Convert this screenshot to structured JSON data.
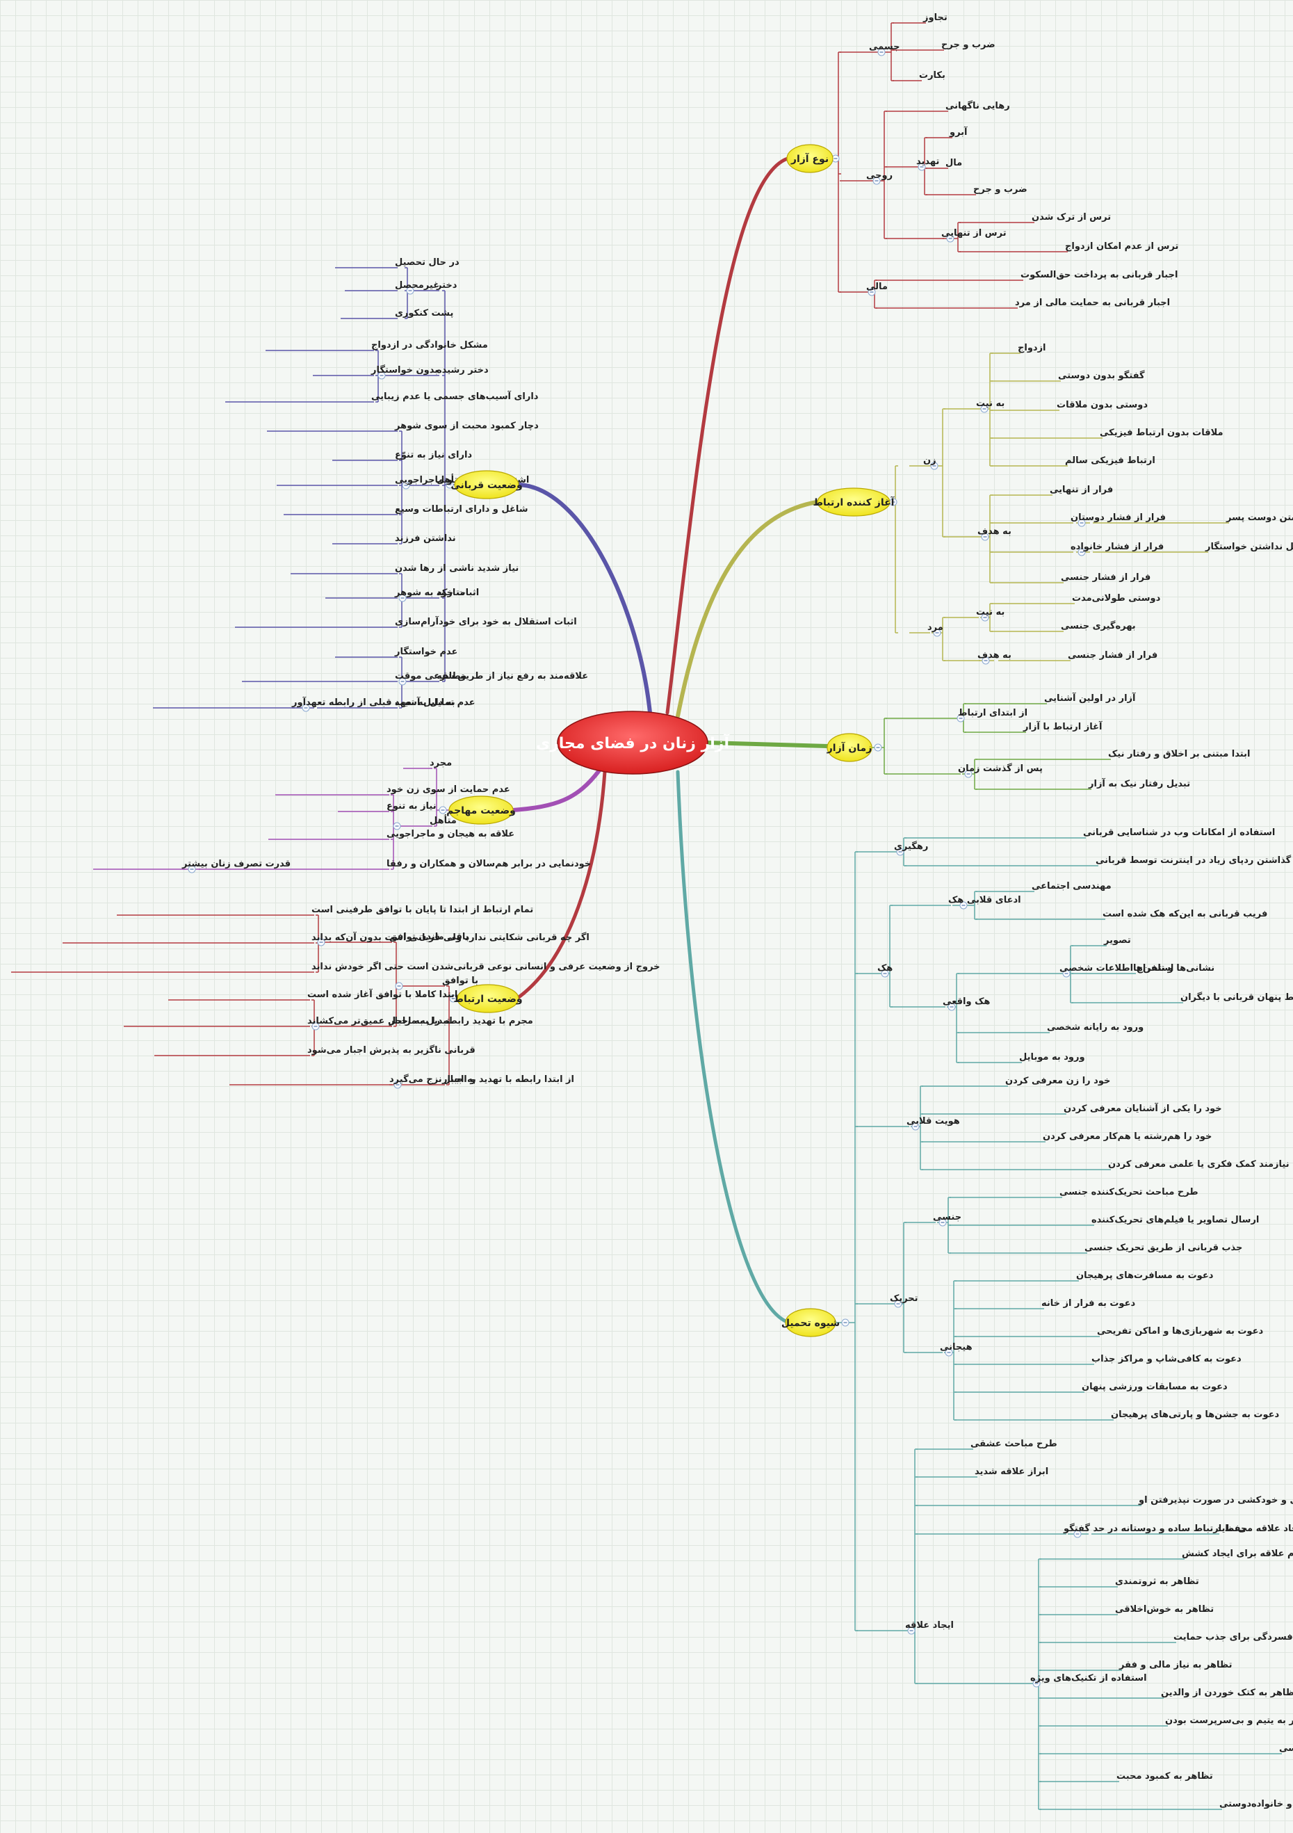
{
  "central": {
    "label": "آزار زنان در فضای مجازی"
  },
  "colors": {
    "purple": "#5a55a8",
    "violet": "#a24fb4",
    "crimson": "#b33a40",
    "olive": "#b5b550",
    "green": "#6ea944",
    "teal": "#5fa9a5",
    "central": "#e33535",
    "topic": "#f4ee32"
  },
  "right": {
    "naw_azar": {
      "label": "نوع آزار",
      "jesmi": {
        "label": "جسمی",
        "items": [
          "تجاوز",
          "ضرب و جرح",
          "بکارت"
        ]
      },
      "ruhi": {
        "label": "روحی",
        "rahai": "رهایی ناگهانی",
        "tahdid": {
          "label": "تهدید",
          "items": [
            "آبرو",
            "مال",
            "ضرب و جرح"
          ]
        },
        "tars": {
          "label": "ترس از تنهایی",
          "items": [
            "ترس از ترک شدن",
            "ترس از عدم امکان ازدواج"
          ]
        }
      },
      "mali": {
        "label": "مالی",
        "items": [
          "اجبار قربانی به پرداخت حق‌السکوت",
          "اجبار قربانی به حمایت مالی از مرد"
        ]
      }
    },
    "aghaz": {
      "label": "آغاز کننده ارتباط",
      "zan": {
        "label": "زن",
        "niyat": {
          "label": "به نیت",
          "items": [
            "ازدواج",
            "گفتگو بدون دوستی",
            "دوستی بدون ملاقات",
            "ملاقات بدون ارتباط فیزیکی",
            "ارتباط فیزیکی سالم"
          ]
        },
        "hadaf": {
          "label": "به هدف",
          "tanhaei": "فرار از تنهایی",
          "dustan": {
            "label": "فرار از فشار دوستان",
            "item": "تمسخر به دلیل نداشتن دوست پسر"
          },
          "khanevade": {
            "label": "فرار از فشار خانواده",
            "item": "به دلیل نداشتن خواستگار"
          },
          "jensi": "فرار از فشار جنسی"
        }
      },
      "mard": {
        "label": "مرد",
        "niyat": {
          "label": "به نیت",
          "items": [
            "دوستی طولانی‌مدت",
            "بهره‌گیری جنسی"
          ]
        },
        "hadaf": {
          "label": "به هدف",
          "item": "فرار از فشار جنسی"
        }
      }
    },
    "zaman": {
      "label": "زمان آزار",
      "ebteda": {
        "label": "از ابتدای ارتباط",
        "items": [
          "آزار در اولین آشنایی",
          "آغاز ارتباط با آزار"
        ]
      },
      "pas": {
        "label": "پس از گذشت زمان",
        "items": [
          "ابتدا مبتنی بر اخلاق و رفتار نیک",
          "تبدیل رفتار نیک به آزار"
        ]
      }
    },
    "shive": {
      "label": "شیوه تحمیل",
      "rahgiri": {
        "label": "رهگیری",
        "items": [
          "استفاده از امکانات وب در شناسایی قربانی",
          "گذاشتن ردپای زیاد در اینترنت توسط قربانی"
        ]
      },
      "hack": {
        "label": "هک",
        "ghalabi": {
          "label": "ادعای قلابی هک",
          "items": [
            "مهندسی اجتماعی",
            "فریب قربانی به این‌که هک شده است"
          ]
        },
        "vaghei": {
          "label": "هک واقعی",
          "shakhsi": {
            "label": "استخراج اطلاعات شخصی",
            "items": [
              "تصویر",
              "نشانی‌ها و تلفن‌ها",
              "روابط پنهان قربانی با دیگران"
            ]
          },
          "items": [
            "ورود به رایانه شخصی",
            "ورود به موبایل"
          ]
        }
      },
      "hoviat": {
        "label": "هویت قلابی",
        "items": [
          "خود را زن معرفی کردن",
          "خود را یکی از آشنایان معرفی کردن",
          "خود را هم‌رشته یا هم‌کار معرفی کردن",
          "خود را نیازمند کمک فکری یا علمی معرفی کردن"
        ]
      },
      "tahrik": {
        "label": "تحریک",
        "jensi": {
          "label": "جنسی",
          "items": [
            "طرح مباحث تحریک‌کننده جنسی",
            "ارسال تصاویر یا فیلم‌های تحریک‌کننده",
            "جذب قربانی از طریق تحریک جنسی"
          ]
        },
        "hayajani": {
          "label": "هیجانی",
          "items": [
            "دعوت به مسافرت‌های پرهیجان",
            "دعوت به فرار از خانه",
            "دعوت به شهربازی‌ها و اماکن تفریحی",
            "دعوت به کافی‌شاپ و مراکز جذاب",
            "دعوت به مسابقات ورزشی پنهان",
            "دعوت به جشن‌ها و پارتی‌های پرهیجان"
          ]
        }
      },
      "alaghe": {
        "label": "ایجاد علاقه",
        "items": [
          "طرح مباحث عشقی",
          "ابراز علاقه شدید",
          "ابراز نیازمندی به قربانی و خودکشی در صورت نپذیرفتن او"
        ],
        "hefz": {
          "label": "حفظ ارتباط ساده و دوستانه در حد گفتگو",
          "item": "در درازمدت ایجاد علاقه می‌نماید"
        },
        "teknik": {
          "label": "استفاده از تکنیک‌های ویژه",
          "items": [
            "تظاهر به عدم علاقه برای ایجاد کشش",
            "تظاهر به ثروتمندی",
            "تظاهر به خوش‌اخلاقی",
            "تظاهر به افسردگی برای جذب حمایت",
            "تظاهر به نیاز مالی و فقر",
            "تظاهر به کتک خوردن از والدین",
            "تظاهر به یتیم و بی‌سرپرست بودن",
            "تظاهر به در معرض خطر و تهدید بودن از طرف یک مجرم جنسی",
            "تظاهر به کمبود محبت",
            "تظاهر به علاقه زیاد به فرزند و خانواده‌دوستی"
          ]
        }
      }
    }
  },
  "left": {
    "vaziat_ghorbani": {
      "label": "وضعیت قربانی",
      "dokhtar": {
        "label": "دختر",
        "items": [
          "در حال تحصیل",
          "غیرمحصل",
          "پشت کنکوری"
        ]
      },
      "roshde": {
        "label": "دختر رشیده",
        "items": [
          "مشکل خانوادگی در ازدواج",
          "بدون خواستگار",
          "دارای آسیب‌های جسمی یا عدم زیبایی"
        ]
      },
      "motahel": {
        "label": "متأهل",
        "items": [
          "دچار کمبود محبت از سوی شوهر",
          "دارای نیاز به تنوّع",
          "اشتیاق به هیجان و ماجراجویی",
          "شاغل و دارای ارتباطات وسیع",
          "نداشتن فرزند"
        ]
      },
      "motarake": {
        "label": "متارکه",
        "items": [
          "نیاز شدید ناشی از رها شدن",
          "اثبات خود به شوهر",
          "اثبات استقلال به خود برای خودآرام‌سازی"
        ]
      },
      "motallaghe": {
        "label": "مطلقه",
        "items": [
          "عدم خواستگار",
          "علاقه‌مند به رفع نیاز از طریق شرعی موقت"
        ],
        "taahod": {
          "label": "عدم تمایل به تعهد",
          "item": "به دلیل آسیب قبلی از رابطه تعهدآور"
        }
      }
    },
    "vaziat_mohajem": {
      "label": "وضعیت مهاجم",
      "mojarrad": "مجرد",
      "motahel": {
        "label": "متأهل",
        "items": [
          "عدم حمایت از سوی زن خود",
          "نیاز به تنوع",
          "علاقه به هیجان و ماجراجویی"
        ],
        "khodnamaei": {
          "label": "خودنمایی در برابر هم‌سالان و همکاران و رفقا",
          "item": "قدرت تصرف زنان بیشتر"
        }
      }
    },
    "vaziat_ertebat": {
      "label": "وضعیت ارتباط",
      "tavafogh": {
        "label": "با توافق",
        "baghi": {
          "label": "باقی ماندن توافق",
          "items": [
            "تمام ارتباط از ابتدا تا پایان با توافق طرفینی است",
            "اگر چه قربانی شکایتی ندارد ولی قربانی است بدون آن‌که بداند",
            "خروج از وضعیت عرفی و انسانی نوعی قربانی‌شدن است حتی اگر خودش نداند"
          ]
        },
        "tabdil": {
          "label": "تبدیل به اجبار",
          "items": [
            "در ابتدا کاملا با توافق آغاز شده است",
            "مجرم با تهدید رابطه را به مراحل عمیق‌تر می‌کشاند",
            "قربانی ناگزیر به پذیرش اجبار می‌شود"
          ]
        }
      },
      "ejbar": {
        "label": "به اجبار",
        "item": "از ابتدا رابطه با تهدید و اجبار نزج می‌گیرد"
      }
    }
  }
}
